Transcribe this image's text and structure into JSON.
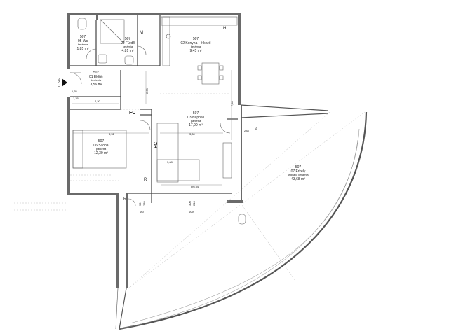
{
  "rooms": [
    {
      "id": "wc",
      "unit": "507",
      "name": "05 Wc",
      "floor": "kerámia",
      "area": "1,85 m²"
    },
    {
      "id": "furdo",
      "unit": "507",
      "name": "04 Fürdő",
      "floor": "kerámia",
      "area": "4,81 m²"
    },
    {
      "id": "konyha",
      "unit": "507",
      "name": "02 Konyha - étkező",
      "floor": "kerámia",
      "area": "9,45 m²"
    },
    {
      "id": "eloter",
      "unit": "507",
      "name": "01 Előtér",
      "floor": "kerámia",
      "area": "3,56 m²"
    },
    {
      "id": "nappali",
      "unit": "507",
      "name": "03 Nappali",
      "floor": "parketta",
      "area": "17,90 m²"
    },
    {
      "id": "szoba",
      "unit": "507",
      "name": "06 Szoba",
      "floor": "parketta",
      "area": "12,30 m²"
    },
    {
      "id": "erkely",
      "unit": "507",
      "name": "07 Erkély",
      "floor": "fagyálló kerámia",
      "area": "43,68 m²"
    }
  ],
  "markers": {
    "m": "M",
    "h": "H",
    "fc1": "FC",
    "fc2": "FC",
    "r1": "R",
    "r2": "R",
    "section": "C 507"
  },
  "dims": {
    "d1": "2,20",
    "d2": "3,31",
    "d3": "3,60",
    "d4": "3,68",
    "d5": "1,35",
    "d6": "1,35",
    "d7": "7,40",
    "d8": "2,30",
    "d9": "pm 84",
    "d10": "A0",
    "d11": "A39",
    "d12": "90",
    "d13": "239",
    "d14": "300",
    "d15": "240",
    "d16": "238",
    "d17": "90"
  }
}
